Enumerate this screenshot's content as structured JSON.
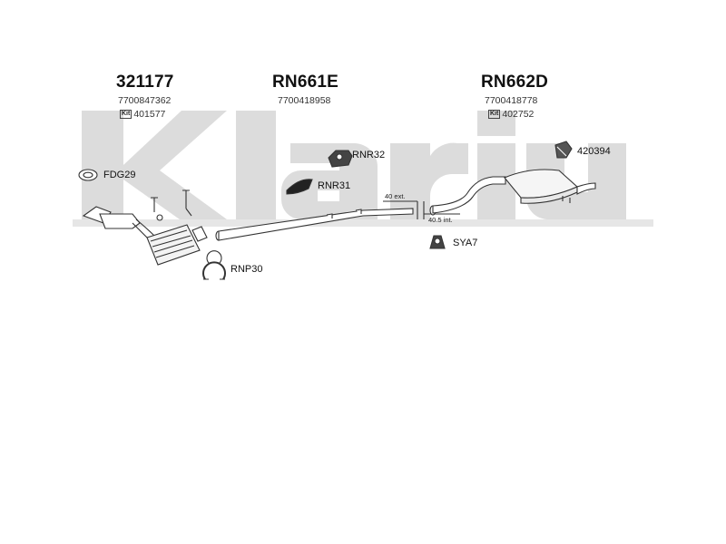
{
  "watermark": {
    "text": "klarius",
    "color": "#d9d9d9"
  },
  "groups": [
    {
      "part_number": "321177",
      "oem": "7700847362",
      "kit_badge": "Kit",
      "kit": "401577"
    },
    {
      "part_number": "RN661E",
      "oem": "7700418958"
    },
    {
      "part_number": "RN662D",
      "oem": "7700418778",
      "kit_badge": "Kit",
      "kit": "402752"
    }
  ],
  "parts": {
    "fdg29": "FDG29",
    "rnr32": "RNR32",
    "rnr31": "RNR31",
    "rnp30": "RNP30",
    "sya7": "SYA7",
    "p420394": "420394"
  },
  "dimensions": {
    "ext": "40 ext.",
    "int": "40.5 int."
  },
  "colors": {
    "line": "#333333",
    "fill": "#ffffff",
    "dark": "#111111"
  }
}
